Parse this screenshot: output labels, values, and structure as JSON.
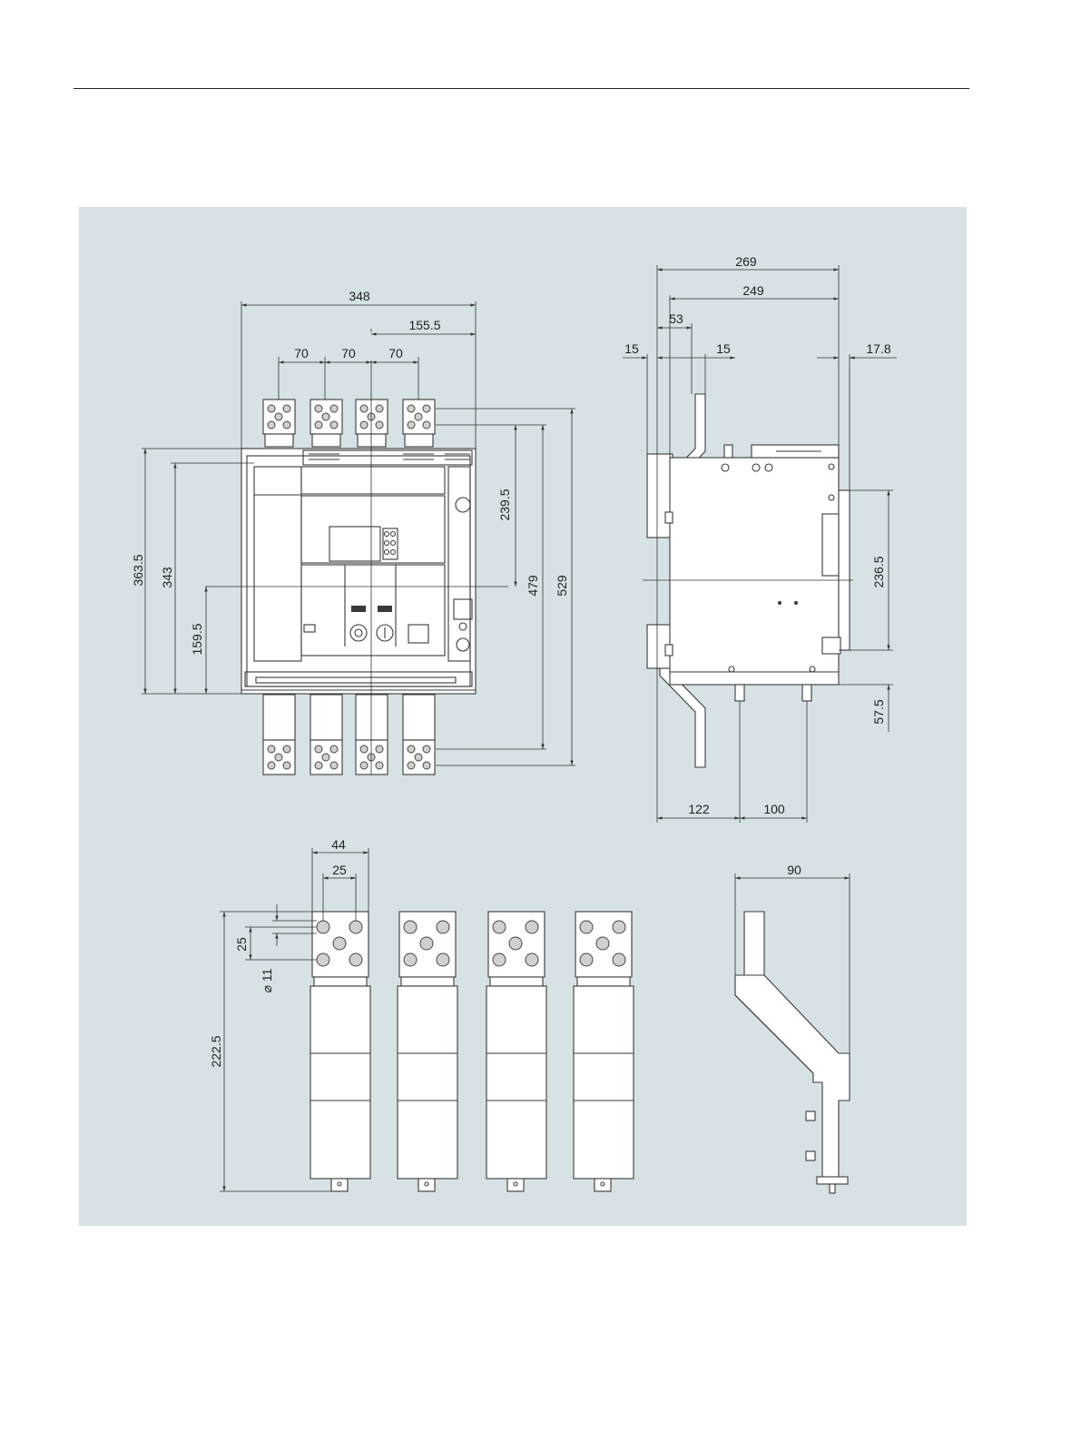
{
  "dimensions": {
    "front_view": {
      "overall_width": "348",
      "center_to_right": "155.5",
      "pole_pitch_1": "70",
      "pole_pitch_2": "70",
      "pole_pitch_3": "70",
      "height_363_5": "363.5",
      "height_343": "343",
      "height_159_5": "159.5",
      "height_239_5": "239.5",
      "height_479": "479",
      "height_529": "529"
    },
    "side_view": {
      "overall_depth": "269",
      "depth_249": "249",
      "depth_53": "53",
      "offset_15_left": "15",
      "offset_15_right": "15",
      "offset_17_8": "17.8",
      "height_236_5": "236.5",
      "height_57_5": "57.5",
      "bottom_122": "122",
      "bottom_100": "100"
    },
    "terminal_detail": {
      "width_44": "44",
      "hole_spacing_25_h": "25",
      "hole_spacing_25_v": "25",
      "hole_diameter": "⌀ 11",
      "length_222_5": "222.5"
    },
    "terminal_side": {
      "width_90": "90"
    }
  }
}
